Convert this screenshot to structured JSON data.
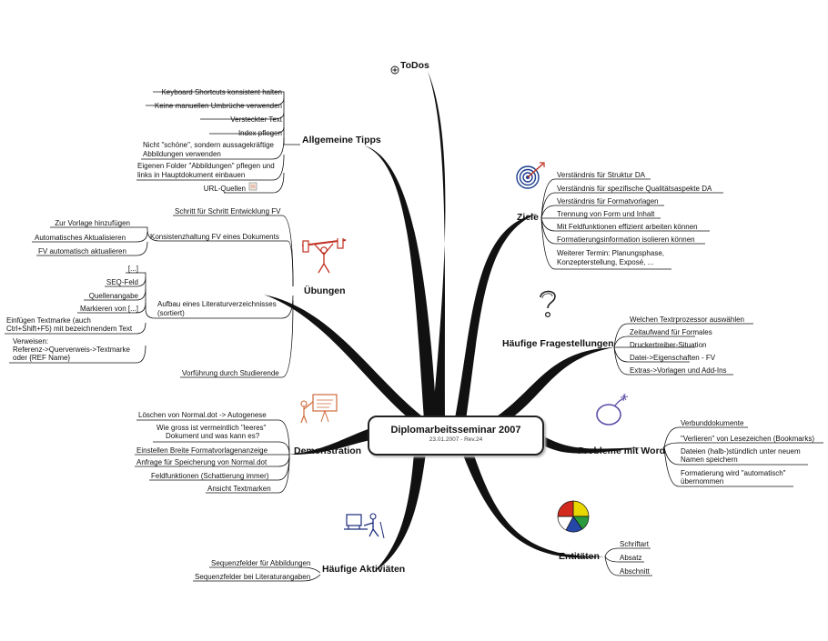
{
  "center": {
    "title": "Diplomarbeitsseminar 2007",
    "subtitle": "23.01.2007 - Rev.24"
  },
  "todos": {
    "label": "ToDos"
  },
  "tipps": {
    "label": "Allgemeine Tipps",
    "items": [
      "Keyboard Shortcuts konsistent halten",
      "Keine manuellen Umbrüche verwenden",
      "Versteckter Text",
      "Index pflegen",
      "Nicht \"schöne\", sondern aussagekräftige",
      "Abbildungen verwenden",
      "Eigenen Folder \"Abbildungen\" pflegen und",
      "links in Hauptdokument einbauen",
      "URL-Quellen"
    ]
  },
  "uebungen": {
    "label": "Übungen",
    "schritt": "Schritt für Schritt Entwicklung FV",
    "konsistenz": "Konsistenzhaltung FV eines Dokuments",
    "konsistenz_items": [
      "Zur Vorlage hinzufügen",
      "Automatisches Aktualisieren",
      "FV automatisch aktualieren"
    ],
    "aufbau": [
      "Aufbau eines Literaturverzeichnisses",
      "(sortiert)"
    ],
    "aufbau_items": [
      "[...]",
      "SEQ-Feld",
      "Quellenangabe",
      "Markieren von [...]",
      "Einfügen Textmarke (auch",
      "Ctrl+Shift+F5) mit bezeichnendem Text",
      "Verweisen:",
      "Referenz->Querverweis->Textmarke",
      "oder {REF Name}"
    ],
    "vorfuehrung": "Vorführung durch Studierende"
  },
  "demo": {
    "label": "Demonstration",
    "items": [
      "Löschen von Normal.dot -> Autogenese",
      "Wie gross ist vermeintlich \"leeres\"",
      "Dokument und was kann es?",
      "Einstellen Breite Formatvorlagenanzeige",
      "Anfrage für Speicherung von Normal.dot",
      "Feldfunktionen (Schattierung immer)",
      "Ansicht Textmarken"
    ]
  },
  "aktiv": {
    "label": "Häufige Aktiviäten",
    "items": [
      "Sequenzfelder für Abbildungen",
      "Sequenzfelder bei Literaturangaben"
    ]
  },
  "ziele": {
    "label": "Ziele",
    "items": [
      "Verständnis für Struktur DA",
      "Verständnis für spezifische Qualitätsaspekte DA",
      "Verständnis für Formatvorlagen",
      "Trennung von Form und Inhalt",
      "Mit Feldfunktionen effizient arbeiten können",
      "Formatierungsinformation isolieren können",
      "Weiterer Termin: Planungsphase,",
      "Konzepterstellung, Exposé, ..."
    ]
  },
  "fragen": {
    "label": "Häufige Fragestellungen",
    "items": [
      "Welchen Textrprozessor auswählen",
      "Zeitaufwand für Formales",
      "Druckertreiber-Situation",
      "Datei->Eigenschaften - FV",
      "Extras->Vorlagen und Add-Ins"
    ]
  },
  "probleme": {
    "label": "Probleme mit Word",
    "items": [
      "Verbunddokumente",
      "\"Verlieren\" von Lesezeichen (Bookmarks)",
      "Dateien (halb-)stündlich unter neuem",
      "Namen speichern",
      "Formatierung wird \"automatisch\"",
      "übernommen"
    ]
  },
  "entitaeten": {
    "label": "Entitäten",
    "items": [
      "Schriftart",
      "Absatz",
      "Abschnitt"
    ]
  },
  "icons": [
    "plus-circle-icon",
    "note-icon",
    "target-icon",
    "question-mark-icon",
    "bomb-icon",
    "pie-chart-icon",
    "weightlifter-icon",
    "presenter-icon",
    "computer-user-icon"
  ],
  "colors": {
    "line": "#111111",
    "pie": [
      "#e8d800",
      "#d22a1e",
      "#2a9b3c",
      "#2548a8",
      "#ffffff"
    ]
  }
}
